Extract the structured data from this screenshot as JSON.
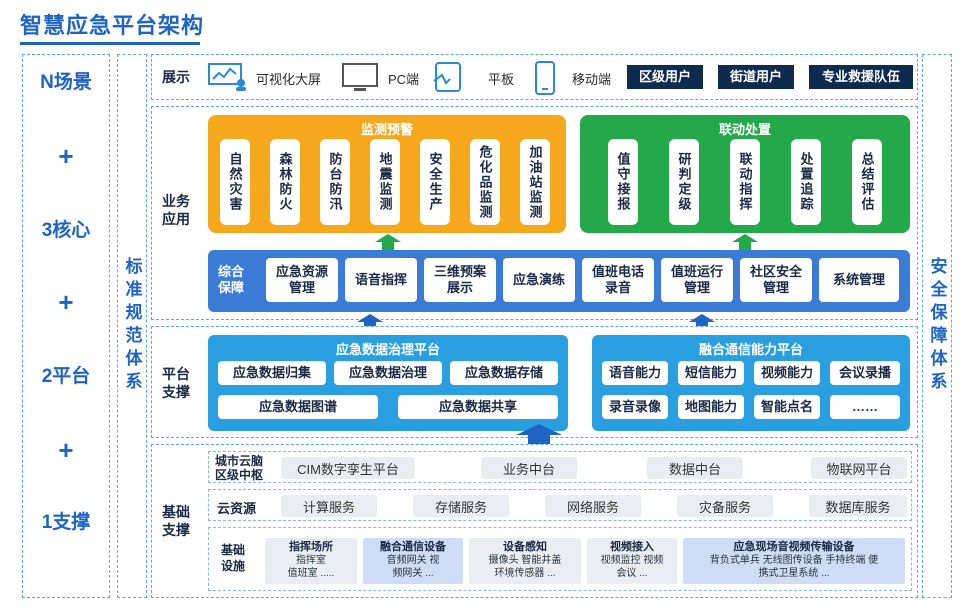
{
  "title": "智慧应急平台架构",
  "left_column": {
    "items": [
      "N场景",
      "+",
      "3核心",
      "+",
      "2平台",
      "+",
      "1支撑"
    ]
  },
  "standard_column": "标准规范体系",
  "security_column": "安全保障体系",
  "display": {
    "label": "展示",
    "devices": [
      {
        "icon": "dashboard-screen-icon",
        "label": "可视化大屏"
      },
      {
        "icon": "monitor-icon",
        "label": "PC端"
      },
      {
        "icon": "tablet-touch-icon",
        "label": "平板"
      },
      {
        "icon": "mobile-phone-icon",
        "label": "移动端"
      }
    ],
    "users": [
      "区级用户",
      "街道用户",
      "专业救援队伍"
    ]
  },
  "business": {
    "label": "业务\n应用",
    "monitor": {
      "title": "监测预警",
      "items": [
        "自然灾害",
        "森林防火",
        "防台防汛",
        "地震监测",
        "安全生产",
        "危化品监测",
        "加油站监测"
      ]
    },
    "linkage": {
      "title": "联动处置",
      "items": [
        "值守接报",
        "研判定级",
        "联动指挥",
        "处置追踪",
        "总结评估"
      ]
    },
    "support": {
      "label": "综合\n保障",
      "items": [
        "应急资源\n管理",
        "语音指挥",
        "三维预案\n展示",
        "应急演练",
        "值班电话\n录音",
        "值班运行\n管理",
        "社区安全\n管理",
        "系统管理"
      ]
    }
  },
  "platform": {
    "label": "平台\n支撑",
    "data_gov": {
      "title": "应急数据治理平台",
      "row1": [
        "应急数据归集",
        "应急数据治理",
        "应急数据存储"
      ],
      "row2": [
        "应急数据图谱",
        "应急数据共享"
      ]
    },
    "comm": {
      "title": "融合通信能力平台",
      "row1": [
        "语音能力",
        "短信能力",
        "视频能力",
        "会议录播"
      ],
      "row2": [
        "录音录像",
        "地图能力",
        "智能点名",
        "……"
      ]
    }
  },
  "base": {
    "label": "基础\n支撑",
    "city_brain": {
      "label": "城市云脑\n区级中枢",
      "items": [
        "CIM数字孪生平台",
        "业务中台",
        "数据中台",
        "物联网平台"
      ]
    },
    "cloud": {
      "label": "云资源",
      "items": [
        "计算服务",
        "存储服务",
        "网络服务",
        "灾备服务",
        "数据库服务"
      ]
    },
    "infra": {
      "label": "基础\n设施",
      "items": [
        {
          "title": "指挥场所",
          "desc": "指挥室\n值班室 ....."
        },
        {
          "title": "融合通信设备",
          "desc": "音频网关 视\n频网关 ..."
        },
        {
          "title": "设备感知",
          "desc": "摄像头 智能井盖\n环境传感器 ..."
        },
        {
          "title": "视频接入",
          "desc": "视频监控 视频\n会议 ..."
        },
        {
          "title": "应急现场音视频传输设备",
          "desc": "背负式单兵 无线图传设备 手持终端 便\n携式卫星系统 ..."
        }
      ]
    }
  },
  "colors": {
    "primary": "#1e64c8",
    "orange": "#f5a81c",
    "green": "#23a84a",
    "blue_panel": "#3a7bd5",
    "sky_panel": "#2a9fe0",
    "dark": "#0e2a4e"
  }
}
